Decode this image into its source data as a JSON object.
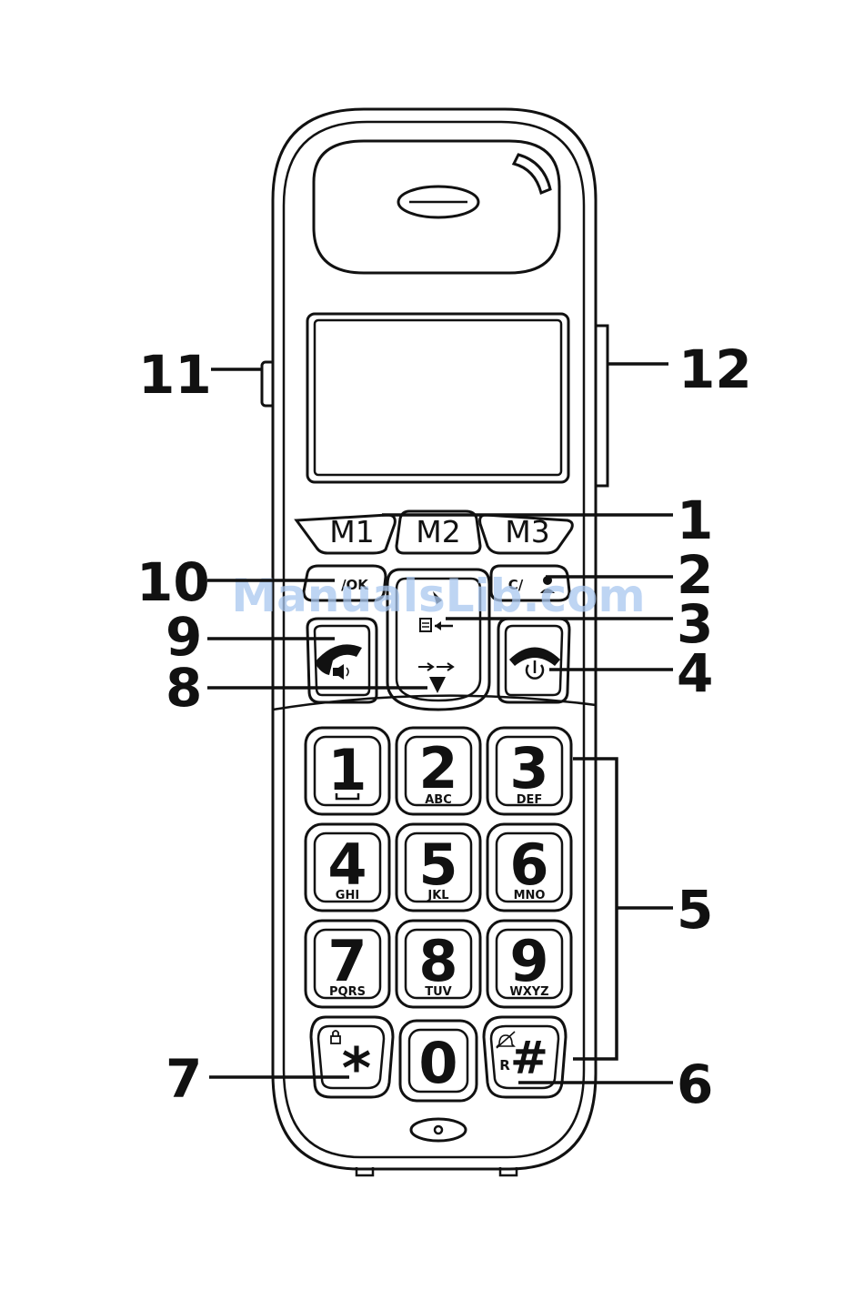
{
  "watermark": "ManualsLib.com",
  "memory_keys": [
    "M1",
    "M2",
    "M3"
  ],
  "soft_keys": {
    "left": "/OK",
    "right": "C/"
  },
  "keypad": [
    {
      "digit": "1",
      "letters": ""
    },
    {
      "digit": "2",
      "letters": "ABC"
    },
    {
      "digit": "3",
      "letters": "DEF"
    },
    {
      "digit": "4",
      "letters": "GHI"
    },
    {
      "digit": "5",
      "letters": "JKL"
    },
    {
      "digit": "6",
      "letters": "MNO"
    },
    {
      "digit": "7",
      "letters": "PQRS"
    },
    {
      "digit": "8",
      "letters": "TUV"
    },
    {
      "digit": "9",
      "letters": "WXYZ"
    },
    {
      "digit": "*",
      "letters": ""
    },
    {
      "digit": "0",
      "letters": ""
    },
    {
      "digit": "#",
      "letters": ""
    }
  ],
  "hash_key_sublabel": "R",
  "callouts": [
    "1",
    "2",
    "3",
    "4",
    "5",
    "6",
    "7",
    "8",
    "9",
    "10",
    "11",
    "12"
  ],
  "icons": {
    "talk_key": "handset-speaker-icon",
    "end_key": "handset-power-icon",
    "nav_up": "contacts-arrow-icon",
    "nav_down": "redial-down-arrow-icon",
    "star_key": "keylock-icon",
    "hash_key": "ringer-off-icon",
    "soft_right": "person-icon"
  }
}
